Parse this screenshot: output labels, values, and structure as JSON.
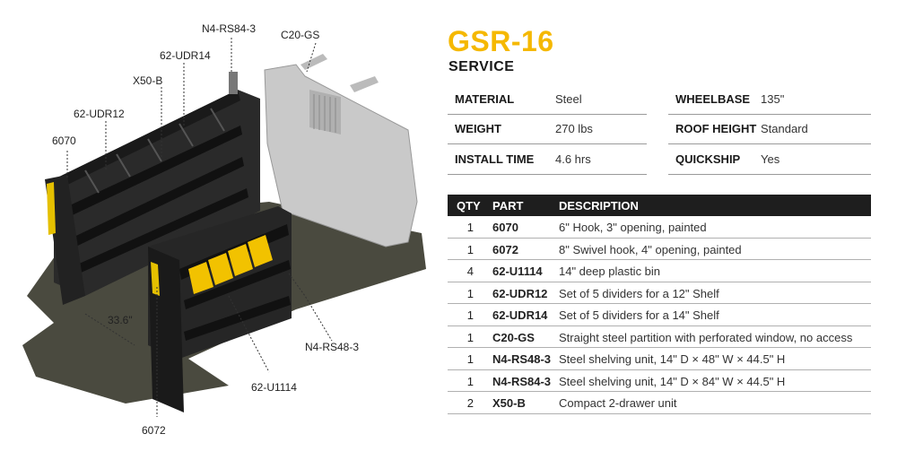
{
  "product": {
    "title": "GSR-16",
    "subtitle": "SERVICE"
  },
  "specs": [
    {
      "label": "MATERIAL",
      "value": "Steel"
    },
    {
      "label": "WHEELBASE",
      "value": "135\""
    },
    {
      "label": "WEIGHT",
      "value": "270 lbs"
    },
    {
      "label": "ROOF HEIGHT",
      "value": "Standard"
    },
    {
      "label": "INSTALL TIME",
      "value": "4.6 hrs"
    },
    {
      "label": "QUICKSHIP",
      "value": "Yes"
    }
  ],
  "parts_table": {
    "headers": {
      "qty": "QTY",
      "part": "PART",
      "description": "DESCRIPTION"
    },
    "rows": [
      {
        "qty": "1",
        "part": "6070",
        "description": "6\" Hook, 3\" opening, painted"
      },
      {
        "qty": "1",
        "part": "6072",
        "description": "8\" Swivel hook, 4\" opening, painted"
      },
      {
        "qty": "4",
        "part": "62-U1114",
        "description": "14\" deep plastic bin"
      },
      {
        "qty": "1",
        "part": "62-UDR12",
        "description": "Set of 5 dividers for a 12\" Shelf"
      },
      {
        "qty": "1",
        "part": "62-UDR14",
        "description": "Set of 5 dividers for a 14\" Shelf"
      },
      {
        "qty": "1",
        "part": "C20-GS",
        "description": "Straight steel partition with perforated window, no access"
      },
      {
        "qty": "1",
        "part": "N4-RS48-3",
        "description": "Steel shelving unit, 14\" D × 48\" W × 44.5\" H"
      },
      {
        "qty": "1",
        "part": "N4-RS84-3",
        "description": "Steel shelving unit, 14\" D × 84\" W × 44.5\" H"
      },
      {
        "qty": "2",
        "part": "X50-B",
        "description": "Compact 2-drawer unit"
      }
    ]
  },
  "illustration": {
    "callouts": {
      "n4rs84": "N4-RS84-3",
      "c20gs": "C20-GS",
      "udr14": "62-UDR14",
      "x50b": "X50-B",
      "udr12": "62-UDR12",
      "h6070": "6070",
      "aisle": "33.6\"",
      "n4rs48": "N4-RS48-3",
      "u1114": "62-U1114",
      "h6072": "6072"
    },
    "colors": {
      "floor": "#4a4a3f",
      "steel": "#1c1c1c",
      "partition": "#c8c8c8",
      "bin": "#f2c200",
      "accent": "#f5b800"
    }
  }
}
